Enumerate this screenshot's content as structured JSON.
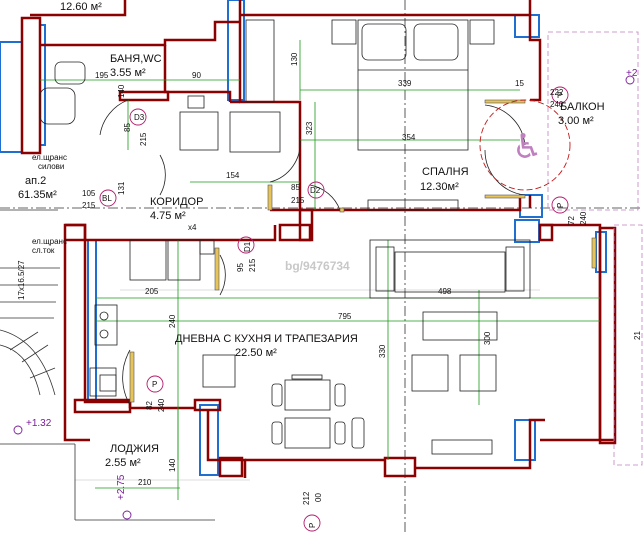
{
  "colors": {
    "wall": "#8b0000",
    "window": "#1f6fd0",
    "dim_line": "#1a9a1a",
    "furniture": "#222222",
    "marker": "#b01a6a",
    "door_fill": "#e6c45a"
  },
  "rooms": {
    "bath": {
      "name": "БАНЯ,WC",
      "area": "3.55 м²"
    },
    "corridor": {
      "name": "КОРИДОР",
      "area": "4.75 м²",
      "note": "x4"
    },
    "bedroom": {
      "name": "СПАЛНЯ",
      "area": "12.30м²"
    },
    "balcony": {
      "name": "БАЛКОН",
      "area": "3.00 м²"
    },
    "living": {
      "name": "ДНЕВНА С КУХНЯ И ТРАПЕЗАРИЯ",
      "area": "22.50 м²"
    },
    "loggia": {
      "name": "ЛОДЖИЯ",
      "area": "2.55 м²"
    },
    "top_area": "12.60 м²"
  },
  "apartment": {
    "label": "ап.2",
    "area": "61.35м²"
  },
  "panels": {
    "weak": {
      "line1": "ел.щранс",
      "line2": "силови"
    },
    "strong": {
      "line1": "ел.щранс",
      "line2": "сл.ток"
    }
  },
  "stair": "17x16.5/27",
  "doors": {
    "d3": {
      "code": "D3",
      "w": "85",
      "h": "215"
    },
    "bl": {
      "code": "BL",
      "w": "105",
      "h": "215"
    },
    "d2": {
      "code": "D2",
      "w": "85",
      "h": "215"
    },
    "d1": {
      "code": "D1",
      "w": "95",
      "h": "215"
    },
    "p_living": {
      "code": "P",
      "w": "82",
      "h": "240"
    },
    "p_loggia": {
      "code": "P",
      "w": "212",
      "h": "00"
    },
    "p_balcony": {
      "code": "P",
      "w": "222",
      "h": "240"
    },
    "p_right": {
      "code": "P",
      "w": "72",
      "h": "240"
    }
  },
  "dims": {
    "d195": "195",
    "d90": "90",
    "d140a": "140",
    "d130": "130",
    "d339": "339",
    "d15": "15",
    "d323": "323",
    "d354": "354",
    "d154": "154",
    "d131": "131",
    "d205": "205",
    "d498": "498",
    "d795": "795",
    "d240": "240",
    "d330": "330",
    "d300": "300",
    "d140b": "140",
    "d210": "210",
    "d21": "21"
  },
  "elevations": {
    "e1": "+1.32",
    "e2": "+2.75",
    "e3": "+2"
  },
  "watermark": "bg/9476734"
}
